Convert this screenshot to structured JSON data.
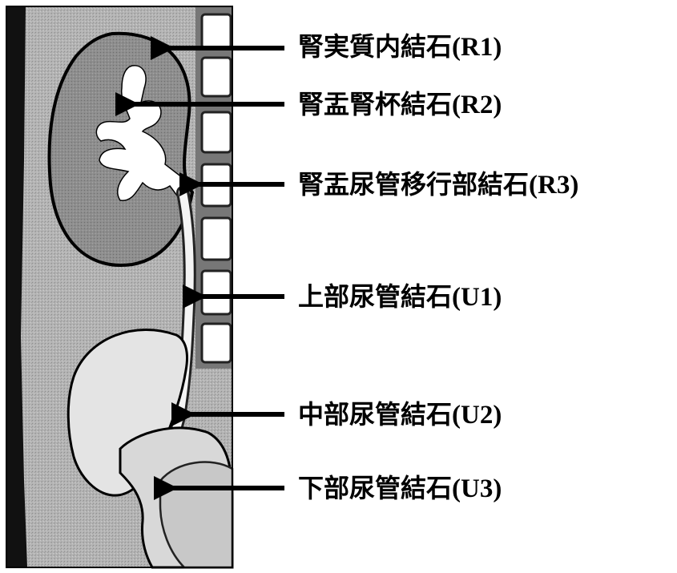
{
  "labels": {
    "r1": {
      "text": "腎実質内結石",
      "code": "(R1)"
    },
    "r2": {
      "text": "腎盂腎杯結石",
      "code": "(R2)"
    },
    "r3": {
      "text": "腎盂尿管移行部結石",
      "code": "(R3)"
    },
    "u1": {
      "text": "上部尿管結石",
      "code": "(U1)"
    },
    "u2": {
      "text": "中部尿管結石",
      "code": "(U2)"
    },
    "u3": {
      "text": "下部尿管結石",
      "code": "(U3)"
    }
  }
}
